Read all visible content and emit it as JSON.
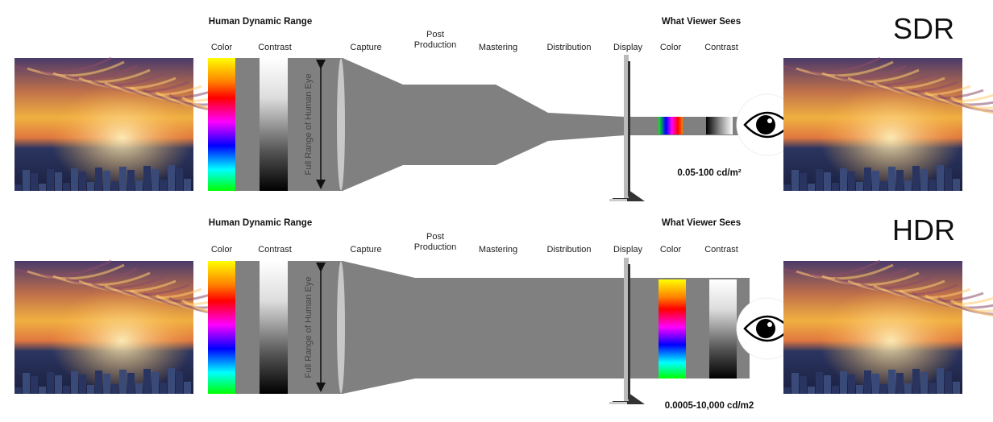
{
  "rows": [
    {
      "id": "sdr",
      "title": "SDR",
      "human_dynamic_range": "Human Dynamic Range",
      "what_viewer_sees": "What Viewer Sees",
      "stages": {
        "color": "Color",
        "contrast": "Contrast",
        "capture": "Capture",
        "post_line1": "Post",
        "post_line2": "Production",
        "mastering": "Mastering",
        "distribution": "Distribution",
        "display": "Display",
        "viewer_color": "Color",
        "viewer_contrast": "Contrast"
      },
      "eye_range_label": "Full Range of Human Eye",
      "luminance_range": "0.05-100 cd/m²"
    },
    {
      "id": "hdr",
      "title": "HDR",
      "human_dynamic_range": "Human Dynamic Range",
      "what_viewer_sees": "What Viewer Sees",
      "stages": {
        "color": "Color",
        "contrast": "Contrast",
        "capture": "Capture",
        "post_line1": "Post",
        "post_line2": "Production",
        "mastering": "Mastering",
        "distribution": "Distribution",
        "display": "Display",
        "viewer_color": "Color",
        "viewer_contrast": "Contrast"
      },
      "eye_range_label": "Full Range of Human Eye",
      "luminance_range": "0.0005-10,000 cd/m2"
    }
  ],
  "colors": {
    "band": "#808080",
    "lens": "#c8c8c8"
  }
}
